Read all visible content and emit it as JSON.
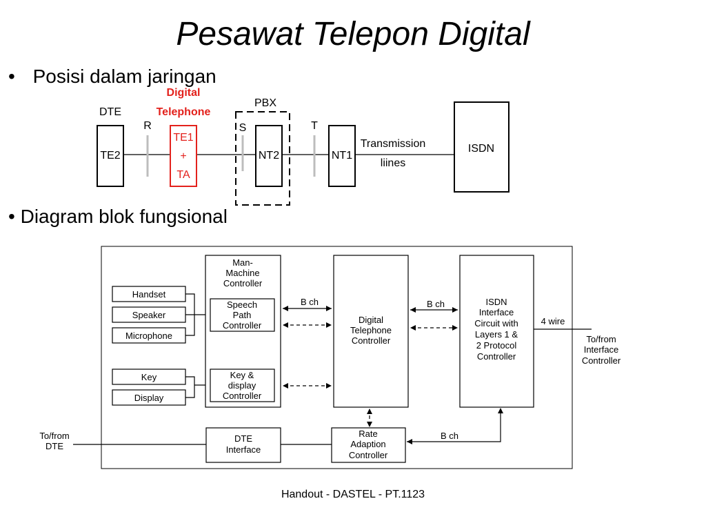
{
  "title": "Pesawat Telepon Digital",
  "bullets": [
    {
      "marker": "•",
      "text": "Posisi dalam jaringan"
    },
    {
      "marker": "•",
      "text": "Diagram blok fungsional"
    }
  ],
  "network": {
    "dte": "DTE",
    "te2": "TE2",
    "r": "R",
    "digital_telephone": [
      "Digital",
      "Telephone"
    ],
    "te1_ta": [
      "TE1",
      "+",
      "TA"
    ],
    "pbx": "PBX",
    "s": "S",
    "nt2": "NT2",
    "t": "T",
    "nt1": "NT1",
    "transmission": [
      "Transmission",
      "liines"
    ],
    "isdn": "ISDN",
    "accent_color": "#e3211c"
  },
  "block": {
    "handset": "Handset",
    "speaker": "Speaker",
    "microphone": "Microphone",
    "key": "Key",
    "display": "Display",
    "man_machine": [
      "Man-",
      "Machine",
      "Controller"
    ],
    "speech_path": [
      "Speech",
      "Path",
      "Controller"
    ],
    "key_display": [
      "Key &",
      "display",
      "Controller"
    ],
    "bch1": "B ch",
    "bch2": "B ch",
    "bch3": "B ch",
    "digital_controller": [
      "Digital",
      "Telephone",
      "Controller"
    ],
    "isdn_interface": [
      "ISDN",
      "Interface",
      "Circuit with",
      "Layers 1 &",
      "2 Protocol",
      "Controller"
    ],
    "four_wire": "4 wire",
    "to_from_interface": [
      "To/from",
      "Interface",
      "Controller"
    ],
    "to_from_dte": [
      "To/from",
      "DTE"
    ],
    "dte_interface": [
      "DTE",
      "Interface"
    ],
    "rate_adaption": [
      "Rate",
      "Adaption",
      "Controller"
    ]
  },
  "footer": "Handout - DASTEL - PT.1123"
}
